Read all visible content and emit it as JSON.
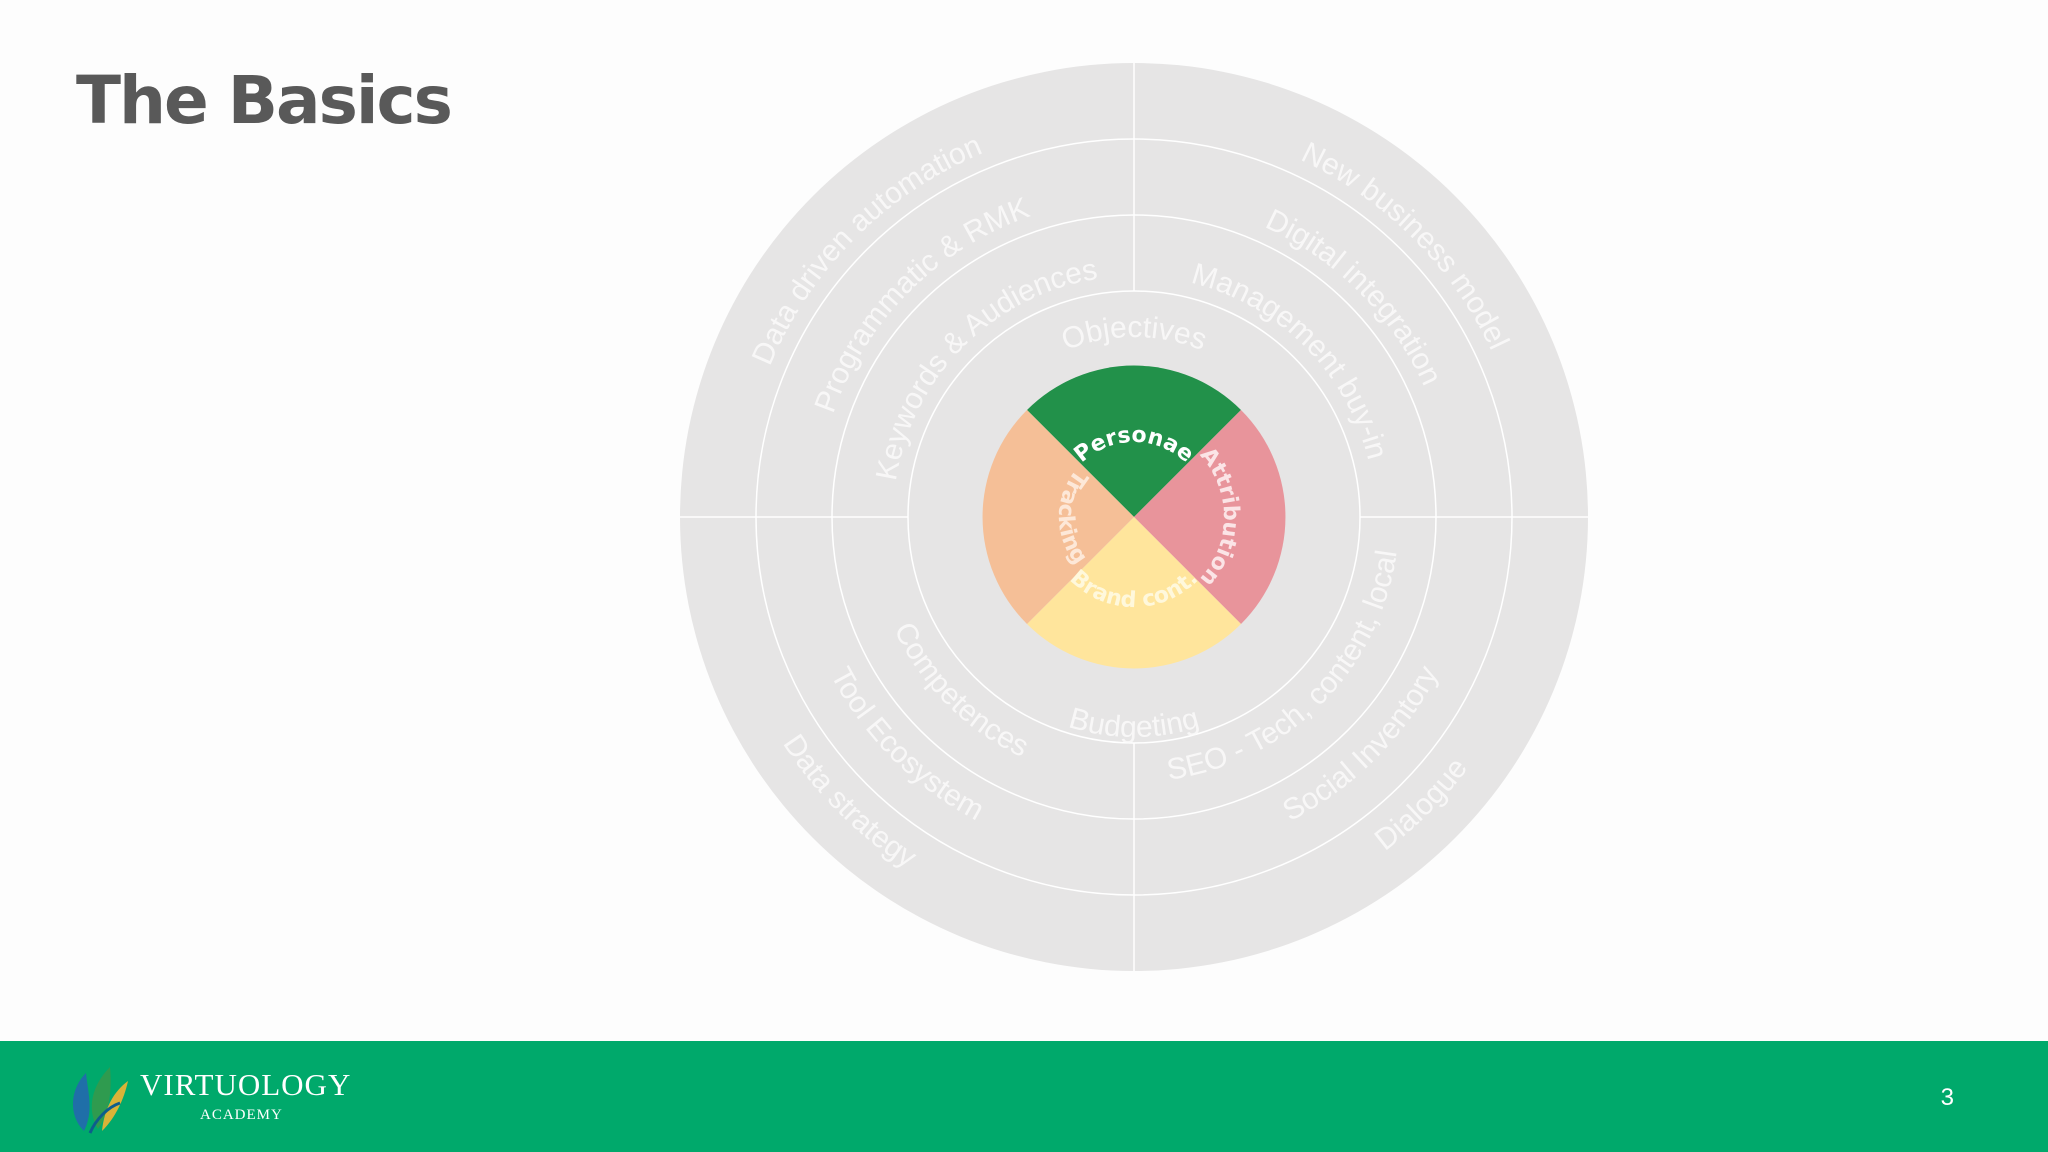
{
  "slide": {
    "title": "The Basics",
    "page_number": "3"
  },
  "core": {
    "segments": [
      {
        "label": "Personae",
        "color": "#22914a",
        "text_color": "#ffffff"
      },
      {
        "label": "Attribution",
        "color": "#e8949b",
        "text_color": "#fbe4e6"
      },
      {
        "label": "Brand cont.",
        "color": "#ffe59c",
        "text_color": "#fff8dc"
      },
      {
        "label": "Tracking",
        "color": "#f5bf97",
        "text_color": "#fde8d8"
      }
    ]
  },
  "rings": [
    {
      "top": "Objectives",
      "bottom": "Budgeting"
    },
    {
      "top_left": "Keywords & Audiences",
      "top_right": "Management buy-in",
      "bottom_left": "Competences",
      "bottom_right": "SEO - Tech, content, local"
    },
    {
      "top_left": "Programmatic & RMK",
      "top_right": "Digital integration",
      "bottom_left": "Tool Ecosystem",
      "bottom_right": "Social Inventory"
    },
    {
      "top_left": "Data driven automation",
      "top_right": "New business model",
      "bottom_left": "Data strategy",
      "bottom_right": "Dialogue"
    }
  ],
  "colors": {
    "ring_fill": "#e6e5e5",
    "ring_line": "#ffffff",
    "footer": "#00a96b",
    "title": "#595959"
  },
  "footer": {
    "logo_name": "VIRTUOLOGY",
    "logo_sub": "ACADEMY"
  }
}
